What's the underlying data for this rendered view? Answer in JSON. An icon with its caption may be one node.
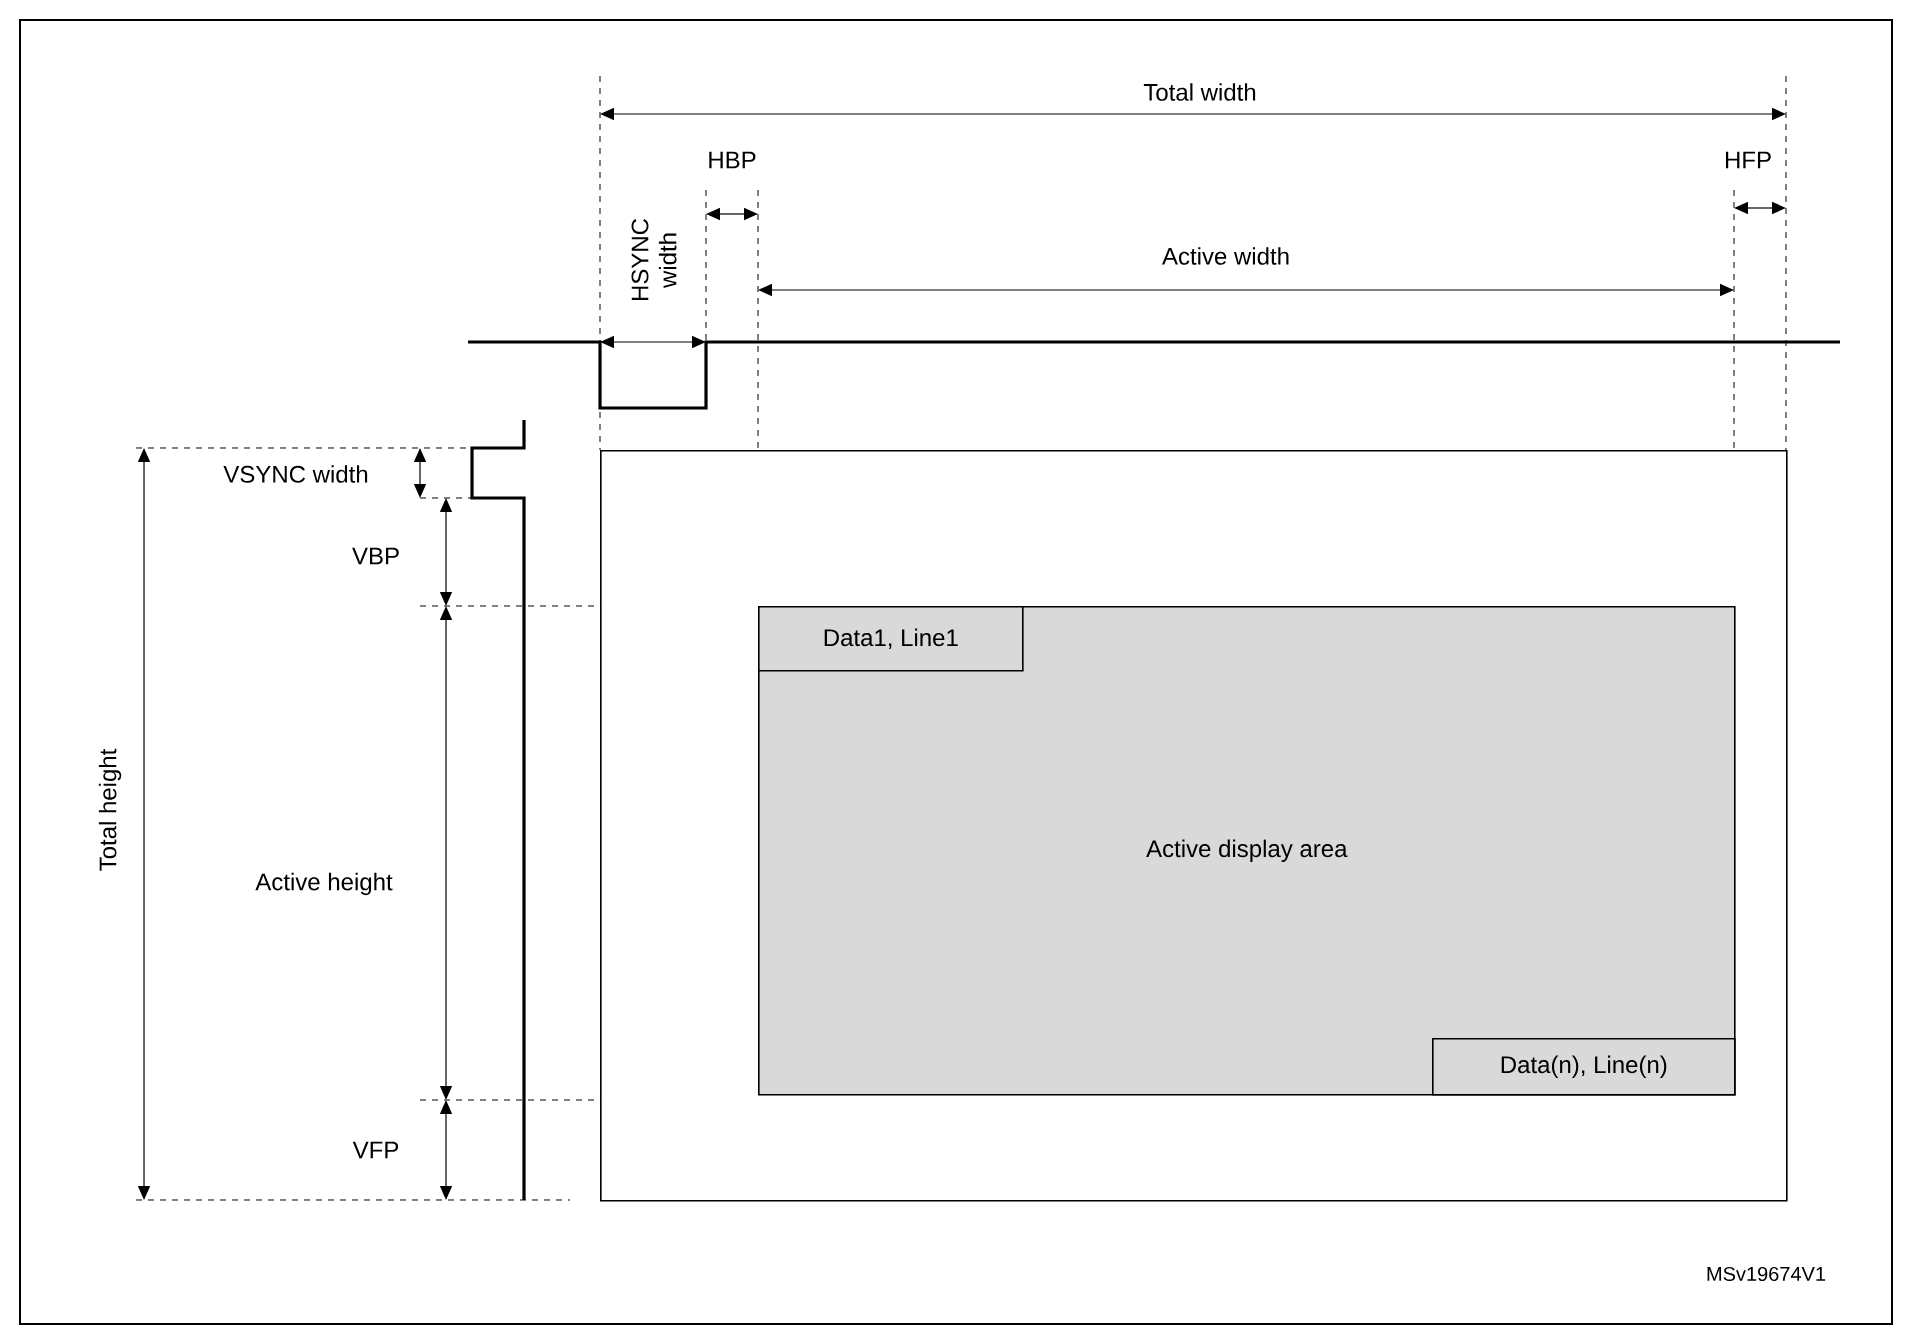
{
  "diagram": {
    "nodes": [
      {
        "text": [],
        "shape": "box"
      },
      {
        "text": [
          "Active display area"
        ],
        "in": 0
      },
      {
        "text": [
          "Data1, Line1"
        ],
        "in": 1
      },
      {
        "text": [
          "Data(n), Line(n)"
        ],
        "in": 1
      }
    ],
    "edges": [],
    "labels": [
      "Total width",
      "HBP",
      "HSYNC width",
      "HFP",
      "Active width",
      "VSYNC width",
      "Total height",
      "VBP",
      "Active height",
      "VFP",
      "MSv19674V1"
    ]
  }
}
